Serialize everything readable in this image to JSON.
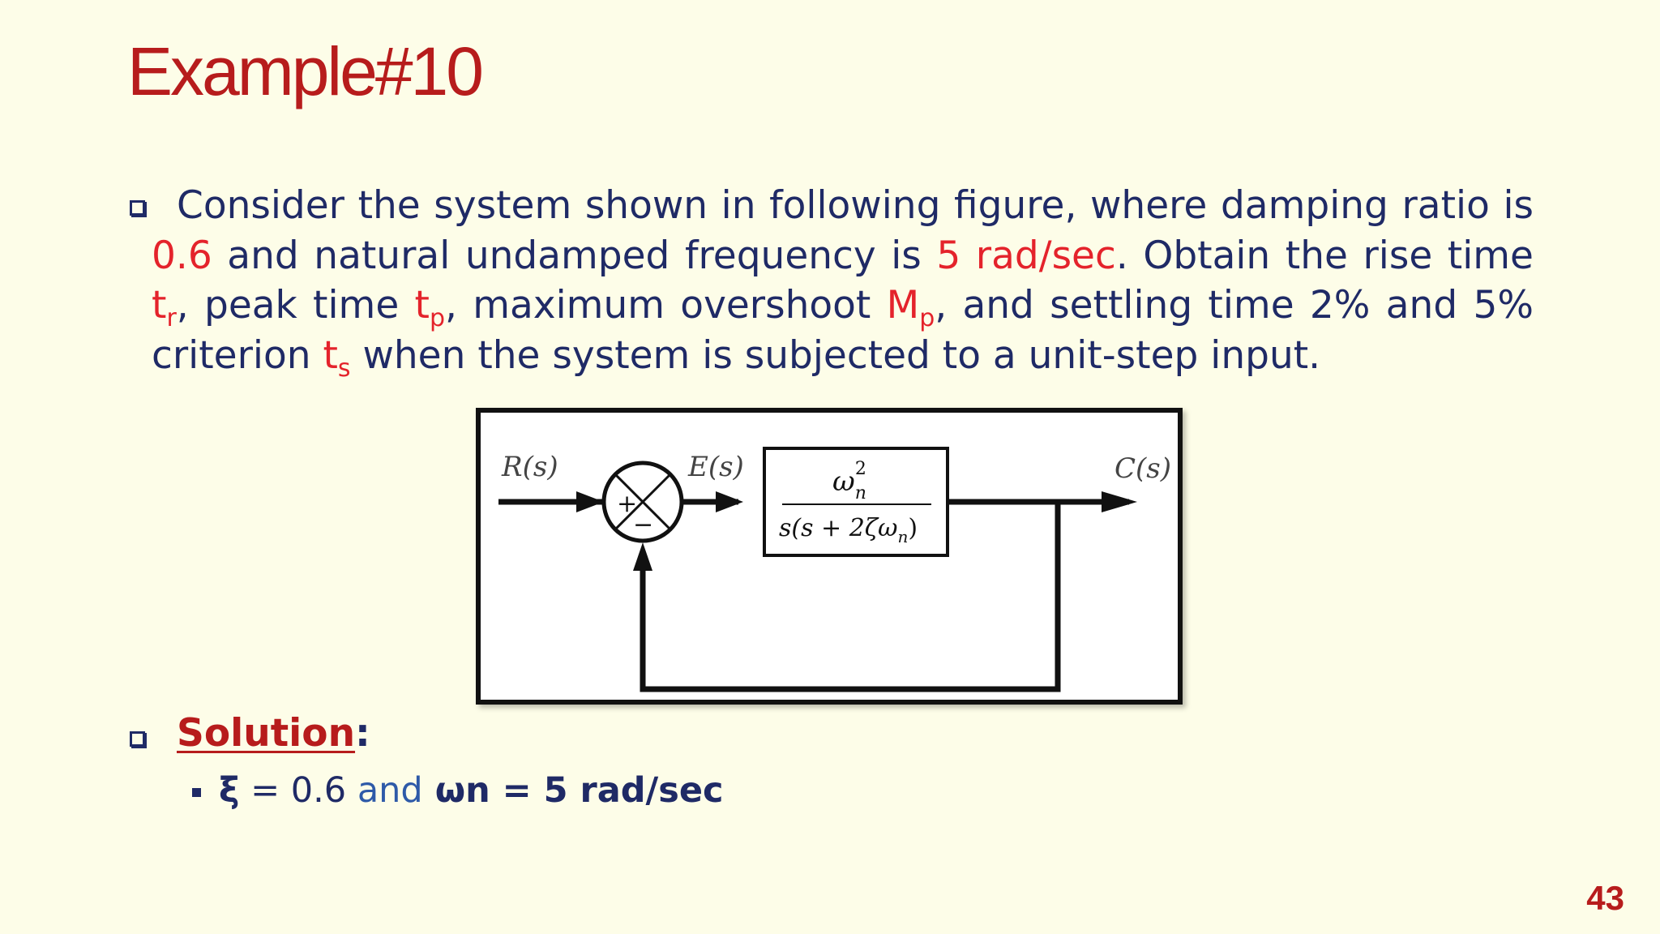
{
  "slide": {
    "title": "Example#10",
    "page_number": "43"
  },
  "problem": {
    "part1": "Consider the system shown in following figure, where damping ratio is ",
    "damping_value": "0.6",
    "part2": " and natural undamped frequency is ",
    "frequency_value": "5 rad/sec",
    "part3": ". Obtain the rise time ",
    "tr_base": "t",
    "tr_sub": "r",
    "part4": ", peak time ",
    "tp_base": "t",
    "tp_sub": "p",
    "part5": ", maximum overshoot ",
    "mp_base": "M",
    "mp_sub": "p",
    "part6": ", and settling time 2% and 5% criterion ",
    "ts_base": "t",
    "ts_sub": "s",
    "part7": " when the system is subjected to a unit-step input."
  },
  "diagram": {
    "input_label": "R(s)",
    "error_label": "E(s)",
    "output_label": "C(s)",
    "plus_sign": "+",
    "minus_sign": "−",
    "tf_numerator": "ω",
    "tf_numerator_sub": "n",
    "tf_numerator_sup": "2",
    "tf_denominator_a": "s(s + 2ζω",
    "tf_denominator_sub": "n",
    "tf_denominator_b": ")"
  },
  "solution": {
    "label": "Solution",
    "colon": ":",
    "xi_symbol": "ξ",
    "xi_value": " = 0.6 ",
    "and_word": "and",
    "wn_expr": " ωn = 5 rad/sec"
  },
  "colors": {
    "background": "#fdfde8",
    "title_red": "#b71c1c",
    "highlight_red": "#e4232b",
    "body_navy": "#1f2a66"
  }
}
